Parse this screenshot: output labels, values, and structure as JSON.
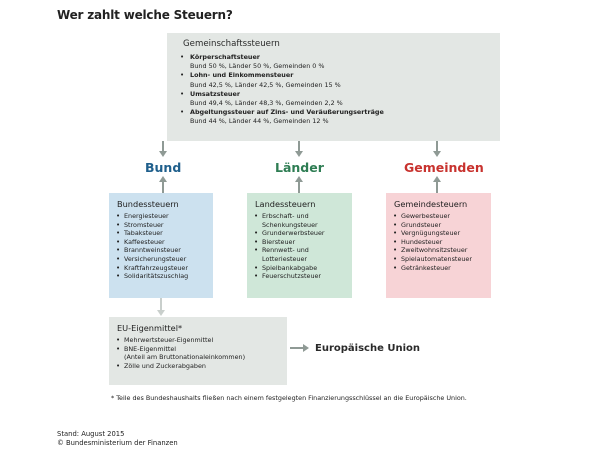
{
  "title": "Wer zahlt welche Steuern?",
  "gemeinschaft": {
    "label": "Gemeinschaftssteuern",
    "items": [
      {
        "name": "Körperschaftsteuer",
        "split": "Bund 50 %, Länder 50 %, Gemeinden 0 %"
      },
      {
        "name": "Lohn- und Einkommensteuer",
        "split": "Bund 42,5 %, Länder 42,5 %, Gemeinden 15 %"
      },
      {
        "name": "Umsatzsteuer",
        "split": "Bund 49,4 %, Länder 48,3 %, Gemeinden 2,2 %"
      },
      {
        "name": "Abgeltungssteuer auf Zins- und Veräußerungserträge",
        "split": "Bund 44 %, Länder 44 %, Gemeinden 12 %"
      }
    ]
  },
  "levels": {
    "bund": "Bund",
    "laender": "Länder",
    "gemeinden": "Gemeinden"
  },
  "colors": {
    "bund": "#1f5f8c",
    "laender": "#2e7d53",
    "gemeinden": "#c8322e",
    "arrow": "#8f9a95"
  },
  "bundessteuern": {
    "label": "Bundessteuern",
    "items": [
      "Energiesteuer",
      "Stromsteuer",
      "Tabaksteuer",
      "Kaffeesteuer",
      "Branntweinsteuer",
      "Versicherungsteuer",
      "Kraftfahrzeugsteuer",
      "Solidaritätszuschlag"
    ]
  },
  "landessteuern": {
    "label": "Landessteuern",
    "items": [
      "Erbschaft- und Schenkungsteuer",
      "Grunderwerbsteuer",
      "Biersteuer",
      "Rennwett- und Lotteriesteuer",
      "Spielbankabgabe",
      "Feuerschutzsteuer"
    ]
  },
  "gemeindesteuern": {
    "label": "Gemeindesteuern",
    "items": [
      "Gewerbesteuer",
      "Grundsteuer",
      "Vergnügungsteuer",
      "Hundesteuer",
      "Zweitwohnsitzsteuer",
      "Spielautomatensteuer",
      "Getränkesteuer"
    ]
  },
  "eu": {
    "label": "EU-Eigenmittel*",
    "items": [
      "Mehrwertsteuer-Eigenmittel",
      "BNE-Eigenmittel",
      "(Anteil am Bruttonationaleinkommen)",
      "Zölle und Zuckerabgaben"
    ],
    "target": "Europäische Union"
  },
  "footnote": "* Teile des Bundeshaushalts fließen nach einem festgelegten Finanzierungsschlüssel an die Europäische Union.",
  "meta": {
    "stand": "Stand: August 2015",
    "source": "© Bundesministerium der Finanzen"
  }
}
